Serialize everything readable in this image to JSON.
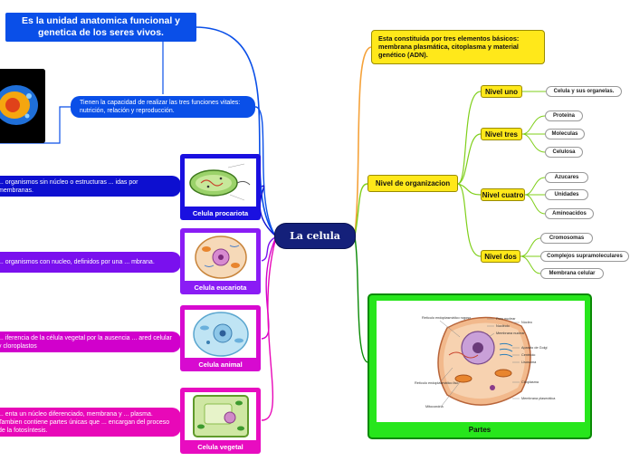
{
  "central": {
    "label": "La celula"
  },
  "definition": {
    "text": "Es la unidad anatomica funcional y genetica de los seres vivos."
  },
  "functions": {
    "text": "Tienen la capacidad de realizar las tres funciones vitales: nutrición, relación y reproducción."
  },
  "composition": {
    "text": "Esta constituida por tres elementos básicos: membrana plasmática, citoplasma y material genético (ADN)."
  },
  "types": [
    {
      "caption": "Celula procariota",
      "description": "... organismos sin núcleo o estructuras ... idas por membranas."
    },
    {
      "caption": "Celula eucariota",
      "description": "... organismos con nucleo, definidos por una ... mbrana."
    },
    {
      "caption": "Celula animal",
      "description": "... iferencia de la célula vegetal por la ausencia ... ared celular y cloroplastos"
    },
    {
      "caption": "Celula vegetal",
      "description": "... enta un núcleo diferenciado, membrana y ... plasma. Tambien contiene partes únicas que ... encargan del proceso de la fotosíntesis."
    }
  ],
  "organization": {
    "label": "Nivel de organizacion",
    "levels": [
      {
        "label": "Nivel uno",
        "items": [
          "Celula y sus organelas."
        ]
      },
      {
        "label": "Nivel tres",
        "items": [
          "Proteina",
          "Moleculas",
          "Celulosa"
        ]
      },
      {
        "label": "Nivel cuatro",
        "items": [
          "Azucares",
          "Unidades",
          "Aminoacidos"
        ]
      },
      {
        "label": "Nivel dos",
        "items": [
          "Cromosomas",
          "Complejos supramoleculares",
          "Membrana celular"
        ]
      }
    ]
  },
  "parts": {
    "caption": "Partes",
    "labels_left": [
      "Retículo endoplasmático rugoso",
      "Retículo endoplasmático liso",
      "Mitocondria"
    ],
    "labels_right": [
      "Poro nuclear",
      "Nucléolo",
      "Membrana nuclear",
      "Núcleo",
      "Aparato de Golgi",
      "Centríolo",
      "Lisosoma",
      "Citoplasma",
      "Membrana plasmática"
    ]
  },
  "colors": {
    "central": "#14207a",
    "blue": "#0a4fe8",
    "navy": "#0d0fd0",
    "violet": "#7a10ee",
    "magenta": "#d100cc",
    "pink": "#e808b8",
    "yellow": "#ffe81a",
    "green": "#27e61c",
    "orange": "#f5a23a"
  }
}
